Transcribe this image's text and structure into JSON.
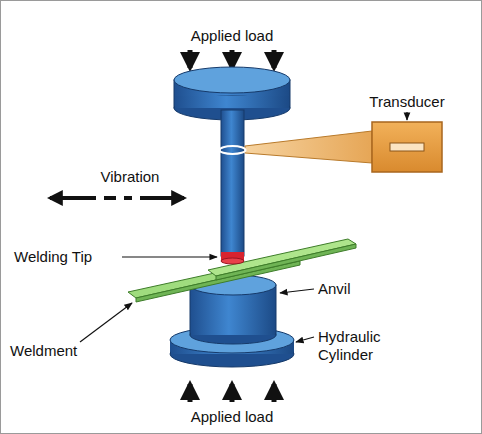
{
  "diagram": {
    "labels": [
      "Applied load",
      "Transducer",
      "Vibration",
      "Welding Tip",
      "Anvil",
      "Weldment",
      "Hydraulic Cylinder",
      "Applied load"
    ]
  }
}
